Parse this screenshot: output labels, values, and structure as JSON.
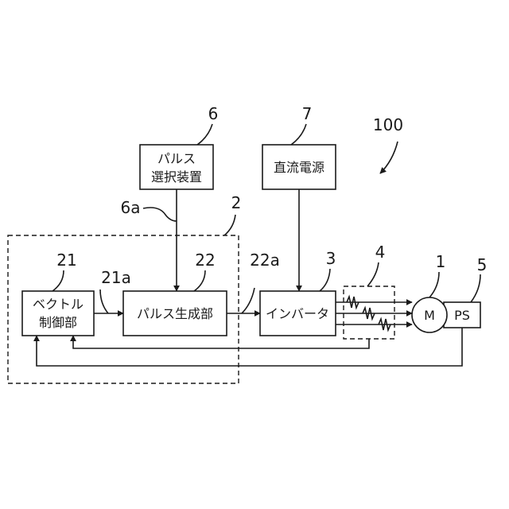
{
  "blocks": {
    "pulse_selector": {
      "line1": "パルス",
      "line2": "選択装置"
    },
    "dc_power": {
      "label": "直流電源"
    },
    "vector_control": {
      "line1": "ベクトル",
      "line2": "制御部"
    },
    "pulse_generator": {
      "label": "パルス生成部"
    },
    "inverter": {
      "label": "インバータ"
    },
    "motor": {
      "label": "M"
    },
    "position_sensor": {
      "label": "PS"
    }
  },
  "refs": {
    "system": "100",
    "pulse_selector": "6",
    "dc_power": "7",
    "controller_group": "2",
    "vector_control": "21",
    "pulse_generator": "22",
    "inverter": "3",
    "wiring": "4",
    "motor": "1",
    "position_sensor": "5",
    "signal_6a": "6a",
    "signal_21a": "21a",
    "signal_22a": "22a"
  }
}
